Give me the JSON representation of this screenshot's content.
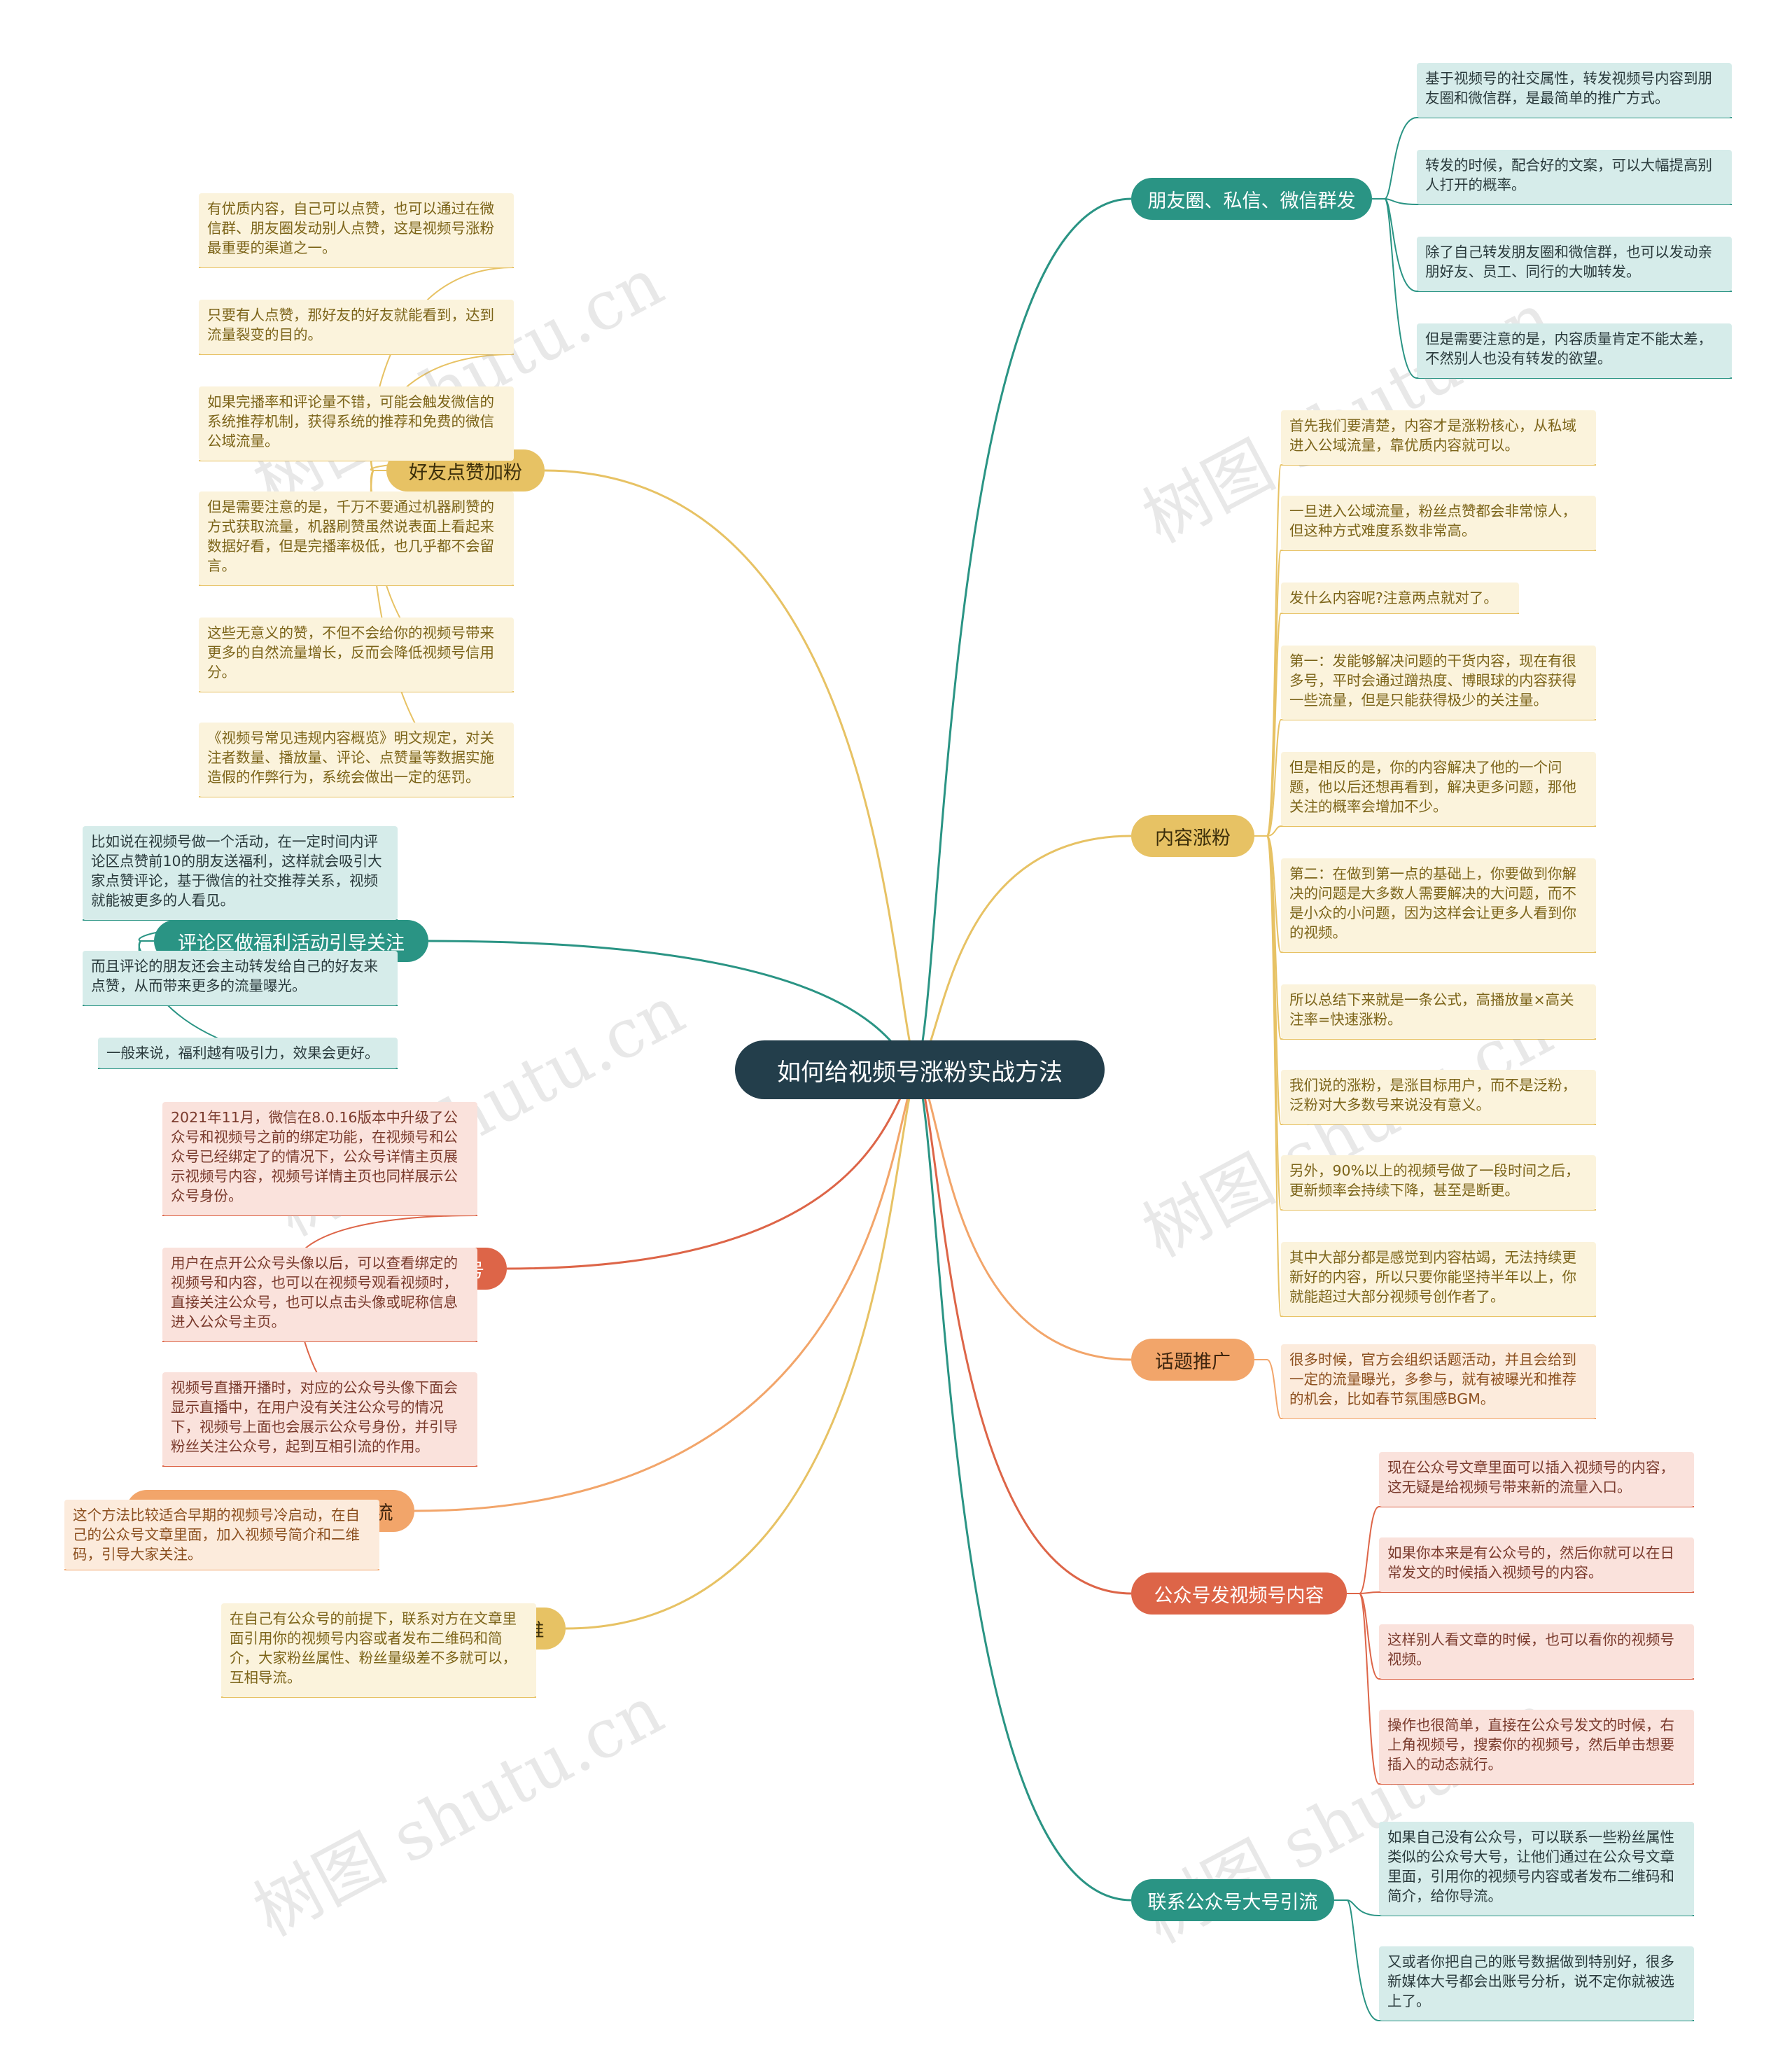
{
  "root": "如何给视频号涨粉实战方法",
  "colors": {
    "teal": "#2a9484",
    "yellow": "#e7c264",
    "orange": "#f2a56a",
    "red": "#dd6548",
    "root": "#233e4b"
  },
  "branches": [
    {
      "id": "b1",
      "side": "right",
      "color": "teal",
      "label": "朋友圈、私信、微信群发",
      "leaves": [
        "基于视频号的社交属性，转发视频号内容到朋友圈和微信群，是最简单的推广方式。",
        "转发的时候，配合好的文案，可以大幅提高别人打开的概率。",
        "除了自己转发朋友圈和微信群，也可以发动亲朋好友、员工、同行的大咖转发。",
        "但是需要注意的是，内容质量肯定不能太差，不然别人也没有转发的欲望。"
      ]
    },
    {
      "id": "b2",
      "side": "right",
      "color": "yellow",
      "label": "内容涨粉",
      "leaves": [
        "首先我们要清楚，内容才是涨粉核心，从私域进入公域流量，靠优质内容就可以。",
        "一旦进入公域流量，粉丝点赞都会非常惊人，但这种方式难度系数非常高。",
        "发什么内容呢?注意两点就对了。",
        "第一：发能够解决问题的干货内容，现在有很多号，平时会通过蹭热度、博眼球的内容获得一些流量，但是只能获得极少的关注量。",
        "但是相反的是，你的内容解决了他的一个问题，他以后还想再看到，解决更多问题，那他关注的概率会增加不少。",
        "第二：在做到第一点的基础上，你要做到你解决的问题是大多数人需要解决的大问题，而不是小众的小问题，因为这样会让更多人看到你的视频。",
        "所以总结下来就是一条公式，高播放量×高关注率=快速涨粉。",
        "我们说的涨粉，是涨目标用户，而不是泛粉，泛粉对大多数号来说没有意义。",
        "另外，90%以上的视频号做了一段时间之后，更新频率会持续下降，甚至是断更。",
        "其中大部分都是感觉到内容枯竭，无法持续更新好的内容，所以只要你能坚持半年以上，你就能超过大部分视频号创作者了。"
      ]
    },
    {
      "id": "b3",
      "side": "right",
      "color": "orange",
      "label": "话题推广",
      "leaves": [
        "很多时候，官方会组织话题活动，并且会给到一定的流量曝光，多参与，就有被曝光和推荐的机会，比如春节氛围感BGM。"
      ]
    },
    {
      "id": "b4",
      "side": "right",
      "color": "red",
      "label": "公众号发视频号内容",
      "leaves": [
        "现在公众号文章里面可以插入视频号的内容，这无疑是给视频号带来新的流量入口。",
        "如果你本来是有公众号的，然后你就可以在日常发文的时候插入视频号的内容。",
        "这样别人看文章的时候，也可以看你的视频号视频。",
        "操作也很简单，直接在公众号发文的时候，右上角视频号，搜索你的视频号，然后单击想要插入的动态就行。"
      ]
    },
    {
      "id": "b5",
      "side": "right",
      "color": "teal",
      "label": "联系公众号大号引流",
      "leaves": [
        "如果自己没有公众号，可以联系一些粉丝属性类似的公众号大号，让他们通过在公众号文章里面，引用你的视频号内容或者发布二维码和简介，给你导流。",
        "又或者你把自己的账号数据做到特别好，很多新媒体大号都会出账号分析，说不定你就被选上了。"
      ]
    },
    {
      "id": "b6",
      "side": "left",
      "color": "yellow",
      "label": "好友点赞加粉",
      "leaves": [
        "有优质内容，自己可以点赞，也可以通过在微信群、朋友圈发动别人点赞，这是视频号涨粉最重要的渠道之一。",
        "只要有人点赞，那好友的好友就能看到，达到流量裂变的目的。",
        "如果完播率和评论量不错，可能会触发微信的系统推荐机制，获得系统的推荐和免费的微信公域流量。",
        "但是需要注意的是，千万不要通过机器刷赞的方式获取流量，机器刷赞虽然说表面上看起来数据好看，但是完播率极低，也几乎都不会留言。",
        "这些无意义的赞，不但不会给你的视频号带来更多的自然流量增长，反而会降低视频号信用分。",
        "《视频号常见违规内容概览》明文规定，对关注者数量、播放量、评论、点赞量等数据实施造假的作弊行为，系统会做出一定的惩罚。"
      ]
    },
    {
      "id": "b7",
      "side": "left",
      "color": "teal",
      "label": "评论区做福利活动引导关注",
      "leaves": [
        "比如说在视频号做一个活动，在一定时间内评论区点赞前10的朋友送福利，这样就会吸引大家点赞评论，基于微信的社交推荐关系，视频就能被更多的人看见。",
        "而且评论的朋友还会主动转发给自己的好友来点赞，从而带来更多的流量曝光。",
        "一般来说，福利越有吸引力，效果会更好。"
      ]
    },
    {
      "id": "b8",
      "side": "left",
      "color": "red",
      "label": "公众号关联视频号",
      "leaves": [
        "2021年11月，微信在8.0.16版本中升级了公众号和视频号之前的绑定功能，在视频号和公众号已经绑定了的情况下，公众号详情主页展示视频号内容，视频号详情主页也同样展示公众号身份。",
        "用户在点开公众号头像以后，可以查看绑定的视频号和内容，也可以在视频号观看视频时，直接关注公众号，也可以点击头像或昵称信息进入公众号主页。",
        "视频号直播开播时，对应的公众号头像下面会显示直播中，在用户没有关注公众号的情况下，视频号上面也会展示公众号身份，并引导粉丝关注公众号，起到互相引流的作用。"
      ]
    },
    {
      "id": "b9",
      "side": "left",
      "color": "orange",
      "label": "直接在文章中介绍视频号引流",
      "leaves": [
        "这个方法比较适合早期的视频号冷启动，在自己的公众号文章里面，加入视频号简介和二维码，引导大家关注。"
      ]
    },
    {
      "id": "b10",
      "side": "left",
      "color": "yellow",
      "label": "公众号互推",
      "leaves": [
        "在自己有公众号的前提下，联系对方在文章里面引用你的视频号内容或者发布二维码和简介，大家粉丝属性、粉丝量级差不多就可以，互相导流。"
      ]
    }
  ],
  "watermark": "树图 shutu.cn"
}
